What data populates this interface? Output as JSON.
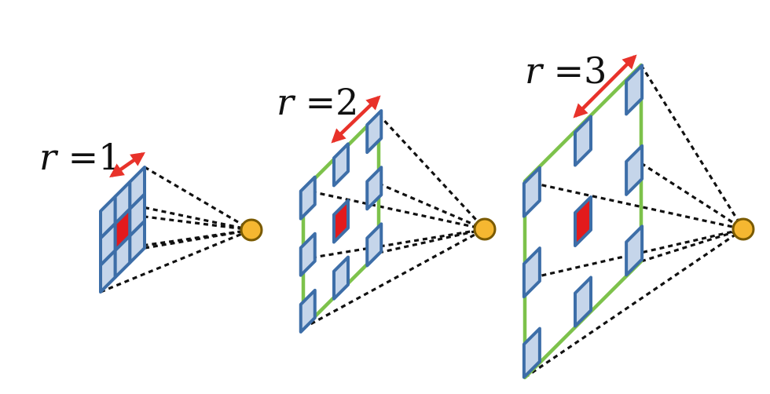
{
  "colors": {
    "cell_fill": "#c5d5ea",
    "cell_stroke": "#3d6ea8",
    "center_fill": "#e31a1c",
    "frame": "#7dc24b",
    "ray": "#111111",
    "arrow": "#e8322a",
    "focus_fill": "#f5b731"
  },
  "panels": [
    {
      "id": "r1",
      "label_var": "r",
      "label_eq": " =1",
      "dilation": 1
    },
    {
      "id": "r2",
      "label_var": "r",
      "label_eq": " =2",
      "dilation": 2
    },
    {
      "id": "r3",
      "label_var": "r",
      "label_eq": " =3",
      "dilation": 3
    }
  ]
}
